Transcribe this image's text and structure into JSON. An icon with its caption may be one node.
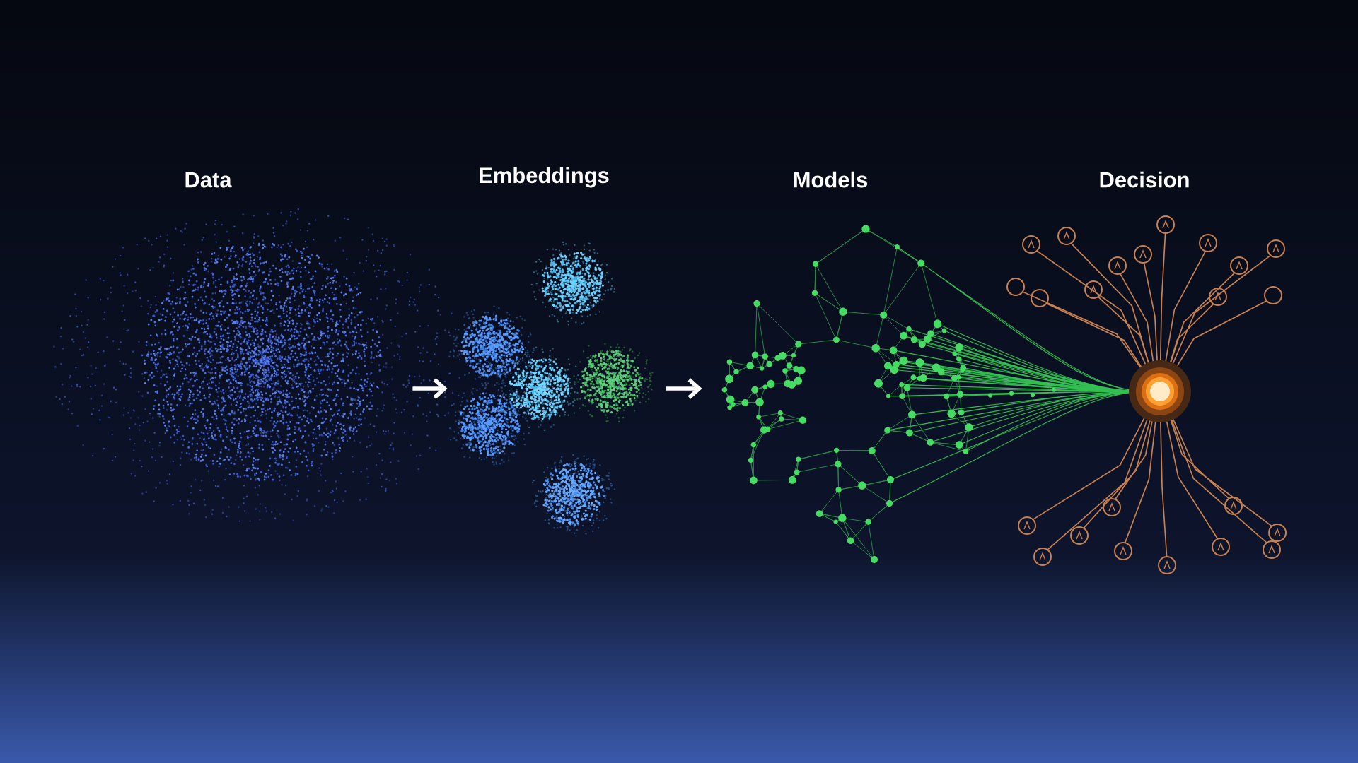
{
  "diagram": {
    "nodes": [
      {
        "text": [
          "Data"
        ]
      },
      {
        "text": [
          "Embeddings"
        ]
      },
      {
        "text": [
          "Models"
        ]
      },
      {
        "text": [
          "Decision"
        ]
      }
    ],
    "edges": [
      {
        "from": 0,
        "to": 1,
        "arrow": "to"
      },
      {
        "from": 1,
        "to": 2,
        "arrow": "to"
      }
    ]
  }
}
